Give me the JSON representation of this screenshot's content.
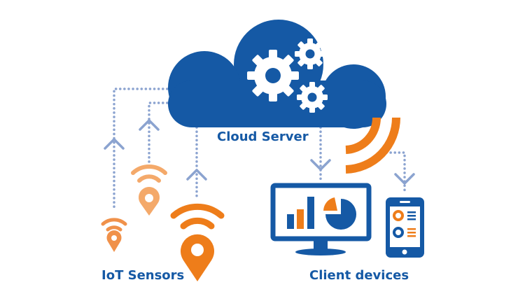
{
  "labels": {
    "cloud": "Cloud Server",
    "sensors": "IoT Sensors",
    "clients": "Client devices"
  },
  "colors": {
    "blue": "#1559a5",
    "orange": "#ee7d1a",
    "light_orange": "#f4a96a",
    "connector": "#8ba3d0"
  }
}
